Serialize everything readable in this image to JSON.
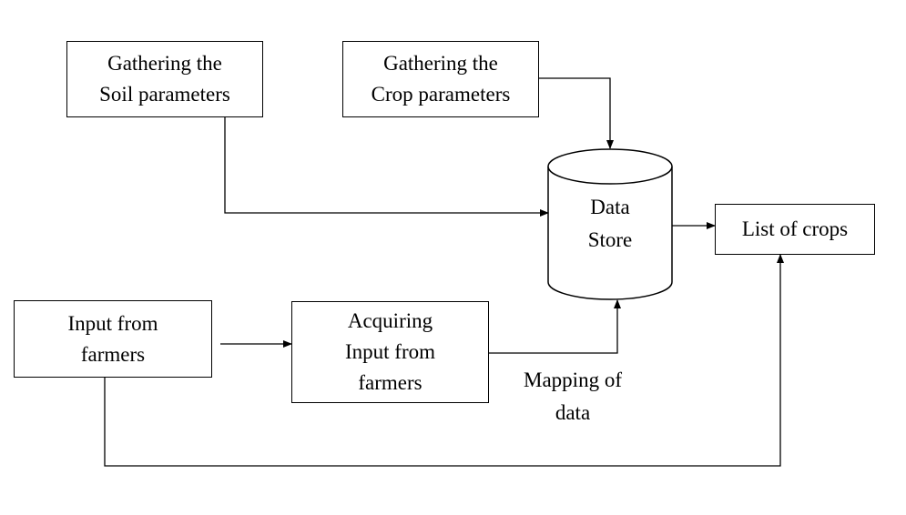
{
  "nodes": {
    "soil": {
      "label": "Gathering the\nSoil parameters"
    },
    "crop": {
      "label": "Gathering the\nCrop parameters"
    },
    "store": {
      "label": "Data\nStore"
    },
    "list": {
      "label": "List of crops"
    },
    "farmers": {
      "label": "Input from\nfarmers"
    },
    "acquiring": {
      "label": "Acquiring\nInput from\nfarmers"
    }
  },
  "annotations": {
    "mapping": "Mapping of\ndata"
  },
  "colors": {
    "stroke": "#000000",
    "background": "#ffffff"
  }
}
